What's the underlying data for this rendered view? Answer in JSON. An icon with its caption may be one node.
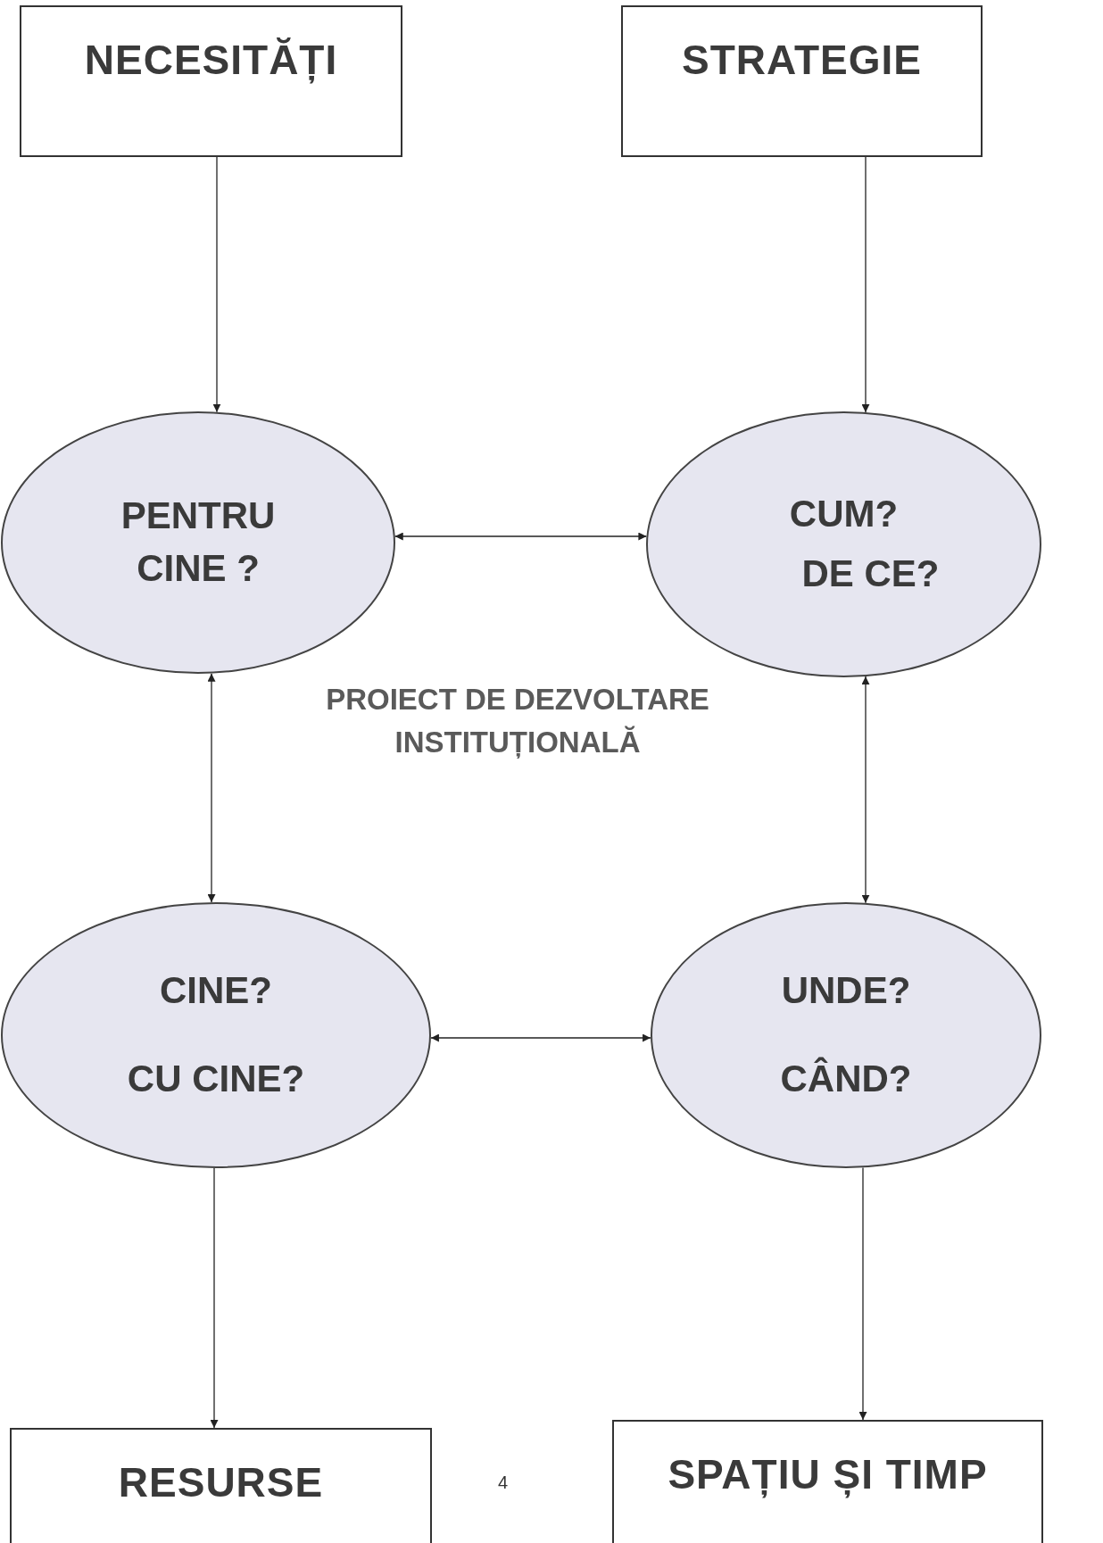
{
  "diagram": {
    "nodes": [
      {
        "text": [
          "NECESITĂȚI"
        ]
      },
      {
        "text": [
          "STRATEGIE"
        ]
      },
      {
        "text": [
          "PENTRU CINE ?"
        ]
      },
      {
        "text": [
          "CUM?",
          "DE CE?"
        ]
      },
      {
        "text": [
          "CINE?",
          "CU CINE?"
        ]
      },
      {
        "text": [
          "UNDE?",
          "CÂND?"
        ]
      },
      {
        "text": [
          "RESURSE"
        ]
      },
      {
        "text": [
          "SPAȚIU ȘI TIMP"
        ]
      }
    ],
    "edges": [
      {
        "from": 0,
        "to": 2,
        "arrow": "to"
      },
      {
        "from": 1,
        "to": 3,
        "arrow": "to"
      },
      {
        "from": 2,
        "to": 3,
        "arrow": "both"
      },
      {
        "from": 2,
        "to": 4,
        "arrow": "both"
      },
      {
        "from": 3,
        "to": 5,
        "arrow": "both"
      },
      {
        "from": 4,
        "to": 5,
        "arrow": "both"
      },
      {
        "from": 4,
        "to": 6,
        "arrow": "to"
      },
      {
        "from": 5,
        "to": 7,
        "arrow": "to"
      }
    ],
    "labels": [
      "PROIECT DE DEZVOLTARE INSTITUȚIONALĂ",
      "4"
    ]
  }
}
